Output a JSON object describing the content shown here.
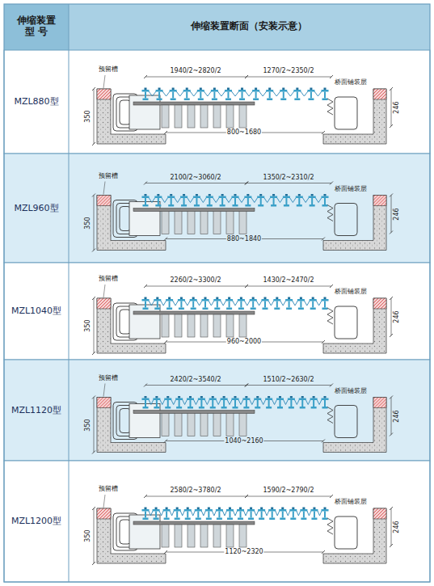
{
  "diagram": {
    "labels": [
      "伸缩装置 型 号",
      "伸缩装置断面（安装示意）",
      "MZL880型",
      "预留槽",
      "1940/2~2820/2",
      "1270/2~2350/2",
      "桥面铺装层",
      "350",
      "246",
      "800~1680",
      "MZL960型",
      "预留槽",
      "2100/2~3060/2",
      "1350/2~2310/2",
      "桥面铺装层",
      "350",
      "246",
      "880~1840",
      "MZL1040型",
      "预留槽",
      "2260/2~3300/2",
      "1430/2~2470/2",
      "桥面铺装层",
      "350",
      "246",
      "960~2000",
      "MZL1120型",
      "预留槽",
      "2420/2~3540/2",
      "1510/2~2630/2",
      "桥面铺装层",
      "350",
      "246",
      "1040~2160",
      "MZL1200型",
      "预留槽",
      "2580/2~3780/2",
      "1590/2~2790/2",
      "桥面铺装层",
      "350",
      "246",
      "1120~2320"
    ]
  }
}
